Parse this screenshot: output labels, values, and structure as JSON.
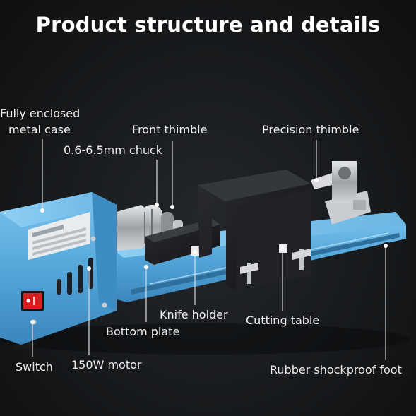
{
  "title": "Product structure and details",
  "labels": {
    "fully_enclosed_line1": "Fully enclosed",
    "fully_enclosed_line2": "metal case",
    "front_thimble": "Front thimble",
    "chuck": "0.6-6.5mm chuck",
    "precision_thimble": "Precision thimble",
    "knife_holder": "Knife holder",
    "cutting_table": "Cutting table",
    "bottom_plate": "Bottom plate",
    "switch": "Switch",
    "motor": "150W motor",
    "rubber_foot": "Rubber shockproof foot"
  },
  "colors": {
    "background": "#141618",
    "machine_blue": "#5aaee0",
    "steel": "#b9bcc0",
    "black_part": "#1b1c1e",
    "switch_red": "#d92020"
  }
}
